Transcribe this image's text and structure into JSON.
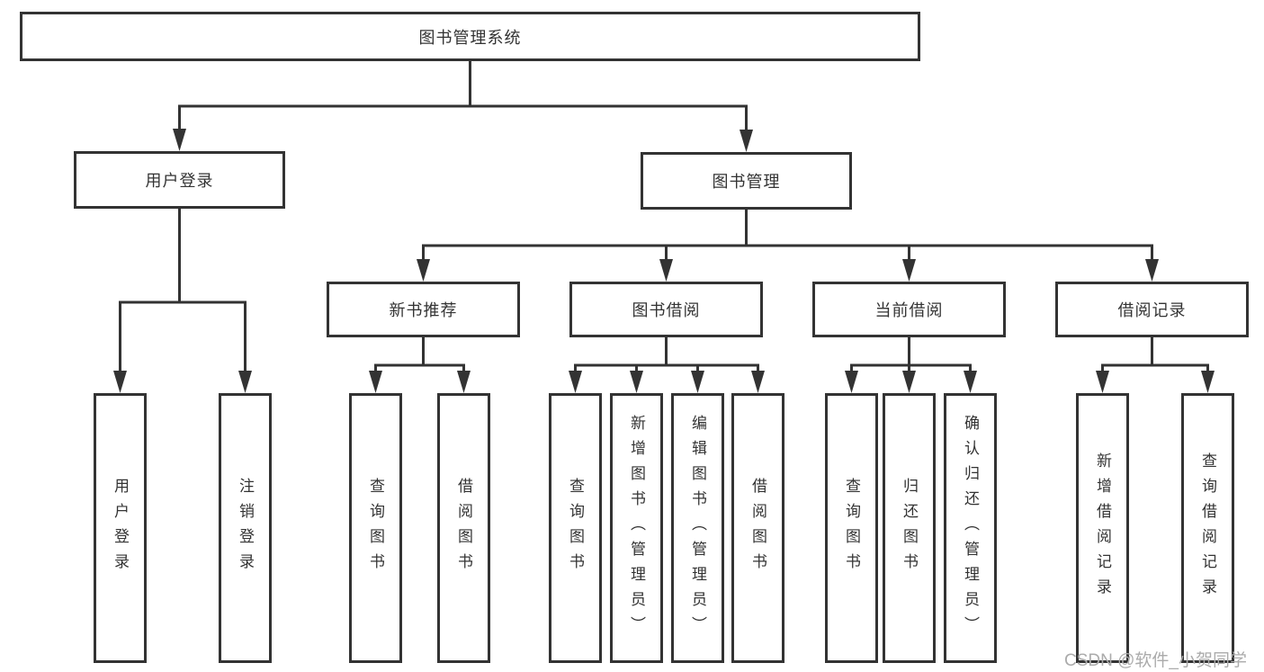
{
  "diagram": {
    "title": "图书管理系统",
    "branches": [
      {
        "label": "用户登录",
        "children": [
          {
            "label": "用户登录"
          },
          {
            "label": "注销登录"
          }
        ]
      },
      {
        "label": "图书管理",
        "sections": [
          {
            "label": "新书推荐",
            "children": [
              {
                "label": "查询图书"
              },
              {
                "label": "借阅图书"
              }
            ]
          },
          {
            "label": "图书借阅",
            "children": [
              {
                "label": "查询图书"
              },
              {
                "label": "新增图书（管理员）"
              },
              {
                "label": "编辑图书（管理员）"
              },
              {
                "label": "借阅图书"
              }
            ]
          },
          {
            "label": "当前借阅",
            "children": [
              {
                "label": "查询图书"
              },
              {
                "label": "归还图书"
              },
              {
                "label": "确认归还（管理员）"
              }
            ]
          },
          {
            "label": "借阅记录",
            "children": [
              {
                "label": "新增借阅记录"
              },
              {
                "label": "查询借阅记录"
              }
            ]
          }
        ]
      }
    ]
  },
  "watermark": {
    "text": "CSDN @软件_小贺同学"
  },
  "colors": {
    "line": "#333333",
    "box_border": "#333333",
    "text": "#333333",
    "watermark": "#ababab",
    "background": "#ffffff"
  }
}
